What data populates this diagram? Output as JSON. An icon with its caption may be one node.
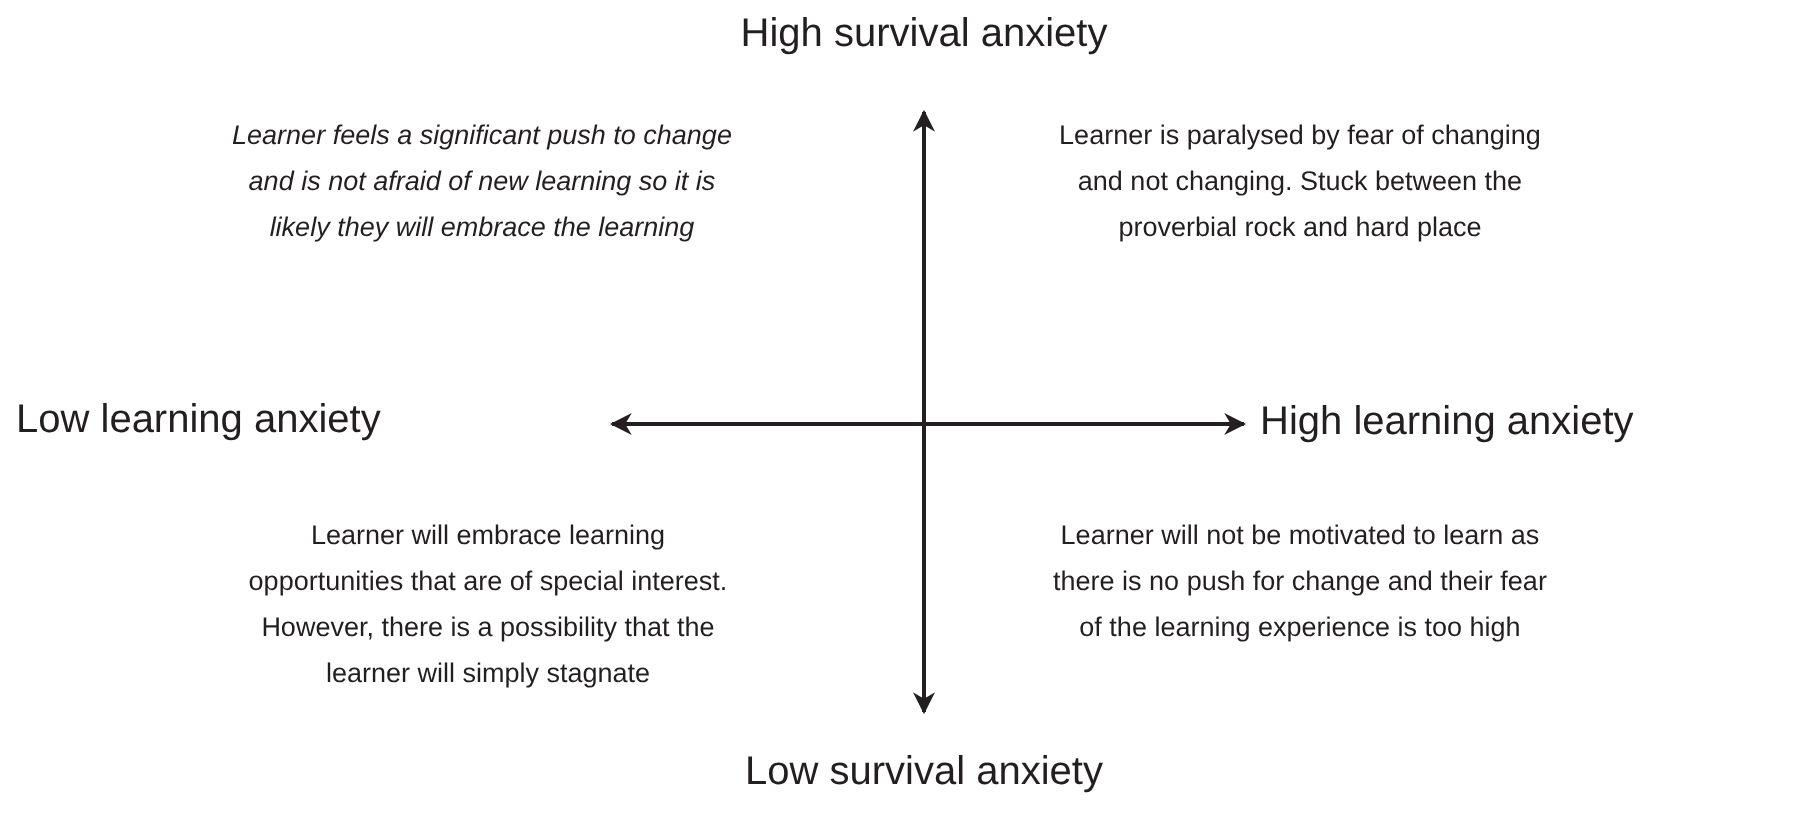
{
  "diagram": {
    "labels": [
      "High survival anxiety",
      "Learner feels a significant push to change and is not afraid of new learning so it is likely they will embrace the learning",
      "Learner is paralysed by fear of changing and not changing. Stuck between the proverbial rock and hard place",
      "Low learning anxiety",
      "High learning anxiety",
      "Learner will embrace learning opportunities that are of special interest. However, there is a possibility that the learner will simply stagnate",
      "Learner will not be motivated to learn as there is no push for change and their fear of the learning experience is too high",
      "Low survival anxiety"
    ]
  }
}
